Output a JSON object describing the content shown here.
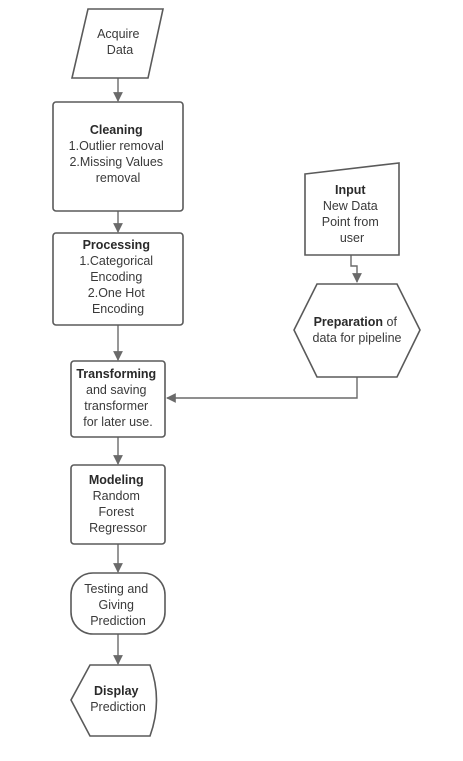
{
  "nodes": {
    "acquire": {
      "lines": [
        "Acquire",
        "Data"
      ]
    },
    "cleaning": {
      "title": "Cleaning",
      "lines": [
        "1.Outlier removal",
        "2.Missing Values",
        "removal"
      ]
    },
    "processing": {
      "title": "Processing",
      "lines": [
        "1.Categorical",
        "Encoding",
        "2.One Hot",
        "Encoding"
      ]
    },
    "input": {
      "title": "Input",
      "lines": [
        "New Data",
        "Point from",
        "user"
      ]
    },
    "preparation": {
      "title": "Preparation",
      "title_suffix": " of",
      "lines": [
        "data for pipeline"
      ]
    },
    "transforming": {
      "title": "Transforming",
      "lines": [
        "and saving",
        "transformer",
        "for later use."
      ]
    },
    "modeling": {
      "title": "Modeling",
      "lines": [
        "Random",
        "Forest",
        "Regressor"
      ]
    },
    "testing": {
      "lines": [
        "Testing and",
        "Giving",
        "Prediction"
      ]
    },
    "display": {
      "title": "Display",
      "lines": [
        "Prediction"
      ]
    }
  }
}
